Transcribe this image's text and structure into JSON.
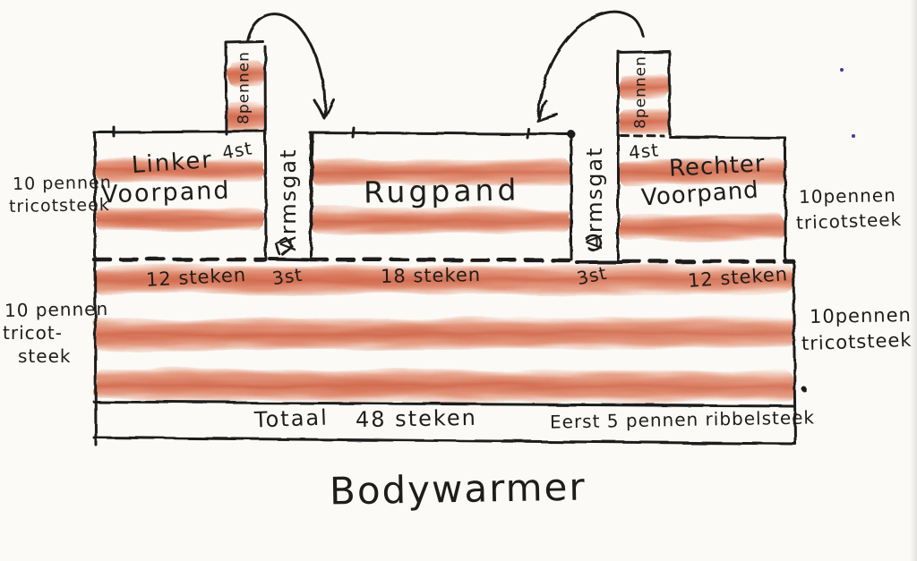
{
  "diagram_title": "Bodywarmer",
  "colors": {
    "stripe": "#d9623a",
    "ink": "#1f1d1a",
    "paper": "#fbfaf6"
  },
  "needle_labels": {
    "left_top_line1": "10 pennen",
    "left_top_line2": "tricotsteek",
    "left_bottom_line1": "10 pennen",
    "left_bottom_line2": "tricot-",
    "left_bottom_line3": "steek",
    "right_top_line1": "10pennen",
    "right_top_line2": "tricotsteek",
    "right_bottom_line1": "10pennen",
    "right_bottom_line2": "tricotsteek"
  },
  "panels": {
    "left_front_line1": "Linker",
    "left_front_line2": "Voorpand",
    "left_front_stitches": "4st",
    "back": "Rugpand",
    "right_front_line1": "Rechter",
    "right_front_line2": "Voorpand",
    "right_front_stitches": "4st",
    "armhole_left": "Armsgat",
    "armhole_right": "Armsgat",
    "strap_left": "8pennen",
    "strap_right": "8pennen"
  },
  "cast_on_counts": {
    "left_front": "12 steken",
    "armhole_left": "3st",
    "back": "18 steken",
    "armhole_right": "3st",
    "right_front": "12 steken"
  },
  "bottom_band": {
    "total_word": "Totaal",
    "total_count": "48 steken",
    "rib_instruction": "Eerst 5 pennen ribbelsteek"
  }
}
